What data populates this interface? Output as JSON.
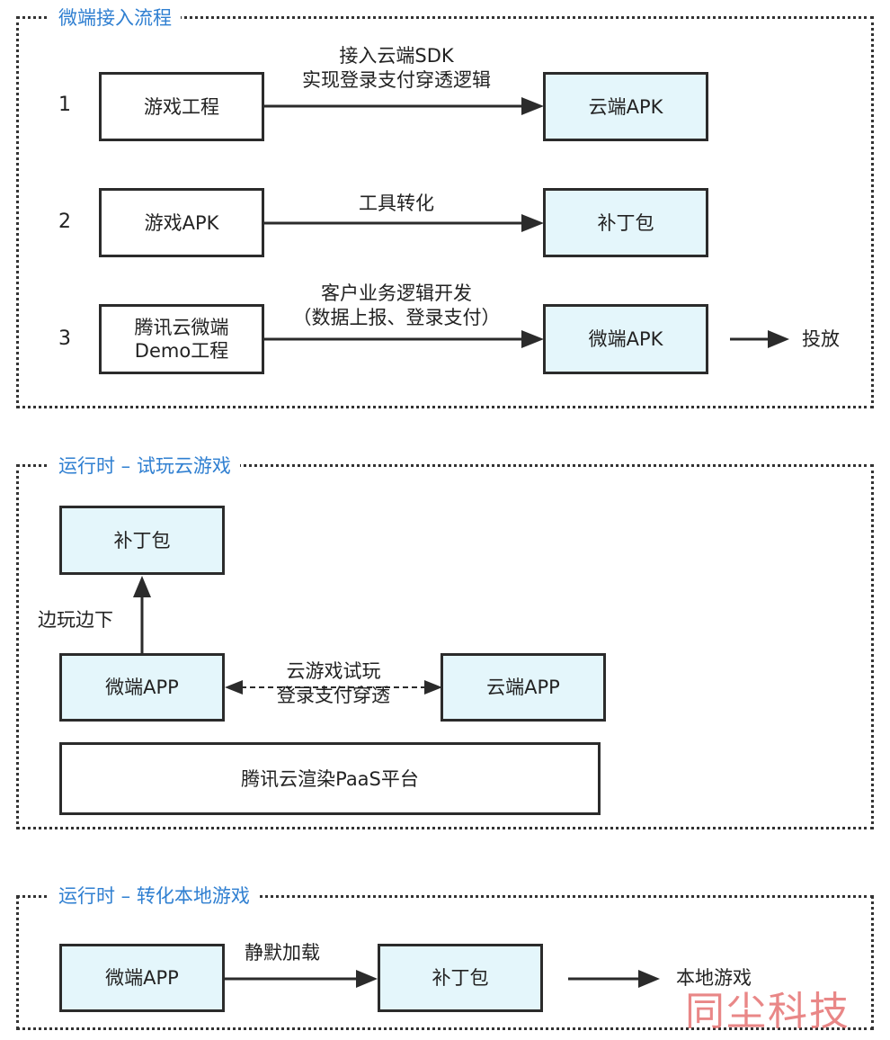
{
  "colors": {
    "section_title": "#2f7fd1",
    "box_fill_highlight": "#e4f6fb",
    "border": "#2b2b2b",
    "watermark": "#e26060"
  },
  "section1": {
    "title": "微端接入流程",
    "rows": [
      {
        "number": "1",
        "source": "游戏工程",
        "edge_label": "接入云端SDK\n实现登录支付穿透逻辑",
        "target": "云端APK"
      },
      {
        "number": "2",
        "source": "游戏APK",
        "edge_label": "工具转化",
        "target": "补丁包"
      },
      {
        "number": "3",
        "source": "腾讯云微端\nDemo工程",
        "edge_label": "客户业务逻辑开发\n（数据上报、登录支付）",
        "target": "微端APK",
        "final": "投放"
      }
    ]
  },
  "section2": {
    "title": "运行时 – 试玩云游戏",
    "patch": "补丁包",
    "up_label": "边玩边下",
    "micro_app": "微端APP",
    "link_label": "云游戏试玩\n登录支付穿透",
    "cloud_app": "云端APP",
    "platform": "腾讯云渲染PaaS平台"
  },
  "section3": {
    "title": "运行时 – 转化本地游戏",
    "micro_app": "微端APP",
    "edge_label": "静默加载",
    "patch": "补丁包",
    "final": "本地游戏"
  },
  "watermark": "同尘科技"
}
